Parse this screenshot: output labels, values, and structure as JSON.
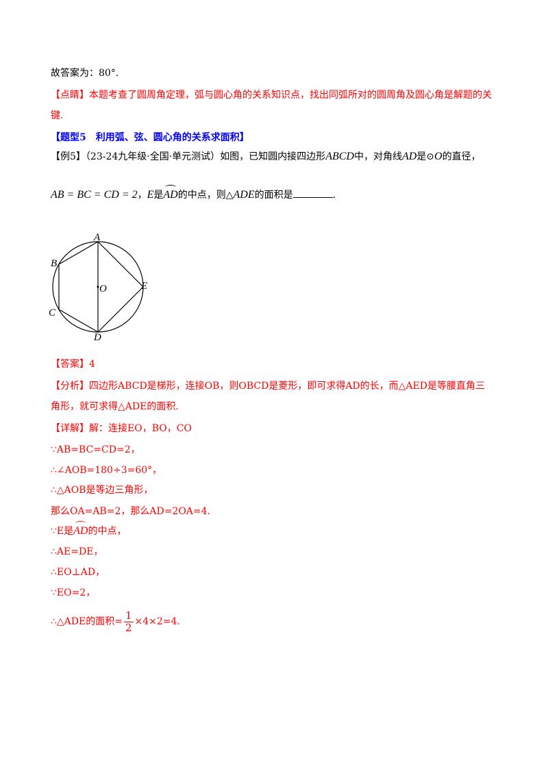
{
  "prev_answer": "故答案为：80°.",
  "comment": {
    "tag": "【点睛】",
    "text1": "本题考查了圆周角定理，弧与圆心角的关系知识点，找出同弧所对的圆周角及圆心角是解题的关",
    "text2": "键."
  },
  "section_title": "【题型5　利用弧、弦、圆心角的关系求面积】",
  "example": {
    "tag": "【例5】",
    "source": "（23-24九年级·全国·单元测试）",
    "text_a": "如图，已知圆内接四边形",
    "quad": "ABCD",
    "text_b": "中，对角线",
    "diag": "AD",
    "text_c": "是⊙",
    "center": "O",
    "text_d": "的直径，",
    "line2_eq": "AB = BC = CD = 2",
    "line2_sep": "，",
    "point_e": "E",
    "line2_is": "是",
    "arc_ad": "AD",
    "line2_mid": "的中点，则△",
    "tri": "ADE",
    "line2_end": "的面积是",
    "period": "."
  },
  "figure_labels": {
    "A": "A",
    "B": "B",
    "C": "C",
    "D": "D",
    "E": "E",
    "O": "O"
  },
  "answer": {
    "tag": "【答案】",
    "value": "4"
  },
  "analysis": {
    "tag": "【分析】",
    "text1": "四边形ABCD是梯形，连接OB，则OBCD是菱形，即可求得AD的长，而△AED是等腰直角三",
    "text2": "角形，就可求得△ADE的面积."
  },
  "detail": {
    "tag": "【详解】",
    "text": "解：连接EO，BO，CO",
    "s1": "∵AB=BC=CD=2，",
    "s2": "∴∠AOB=180÷3=60°，",
    "s3": "∴△AOB是等边三角形，",
    "s4": "那么OA=AB=2，那么AD=2OA=4.",
    "s5_a": "∵E是",
    "s5_arc": "AD",
    "s5_b": "的中点，",
    "s6": "∴AE=DE，",
    "s7": "∴EO⊥AD，",
    "s8": "∵EO=2，",
    "s9_a": "∴△ADE的面积=",
    "s9_num": "1",
    "s9_den": "2",
    "s9_b": "×4×2=4."
  }
}
